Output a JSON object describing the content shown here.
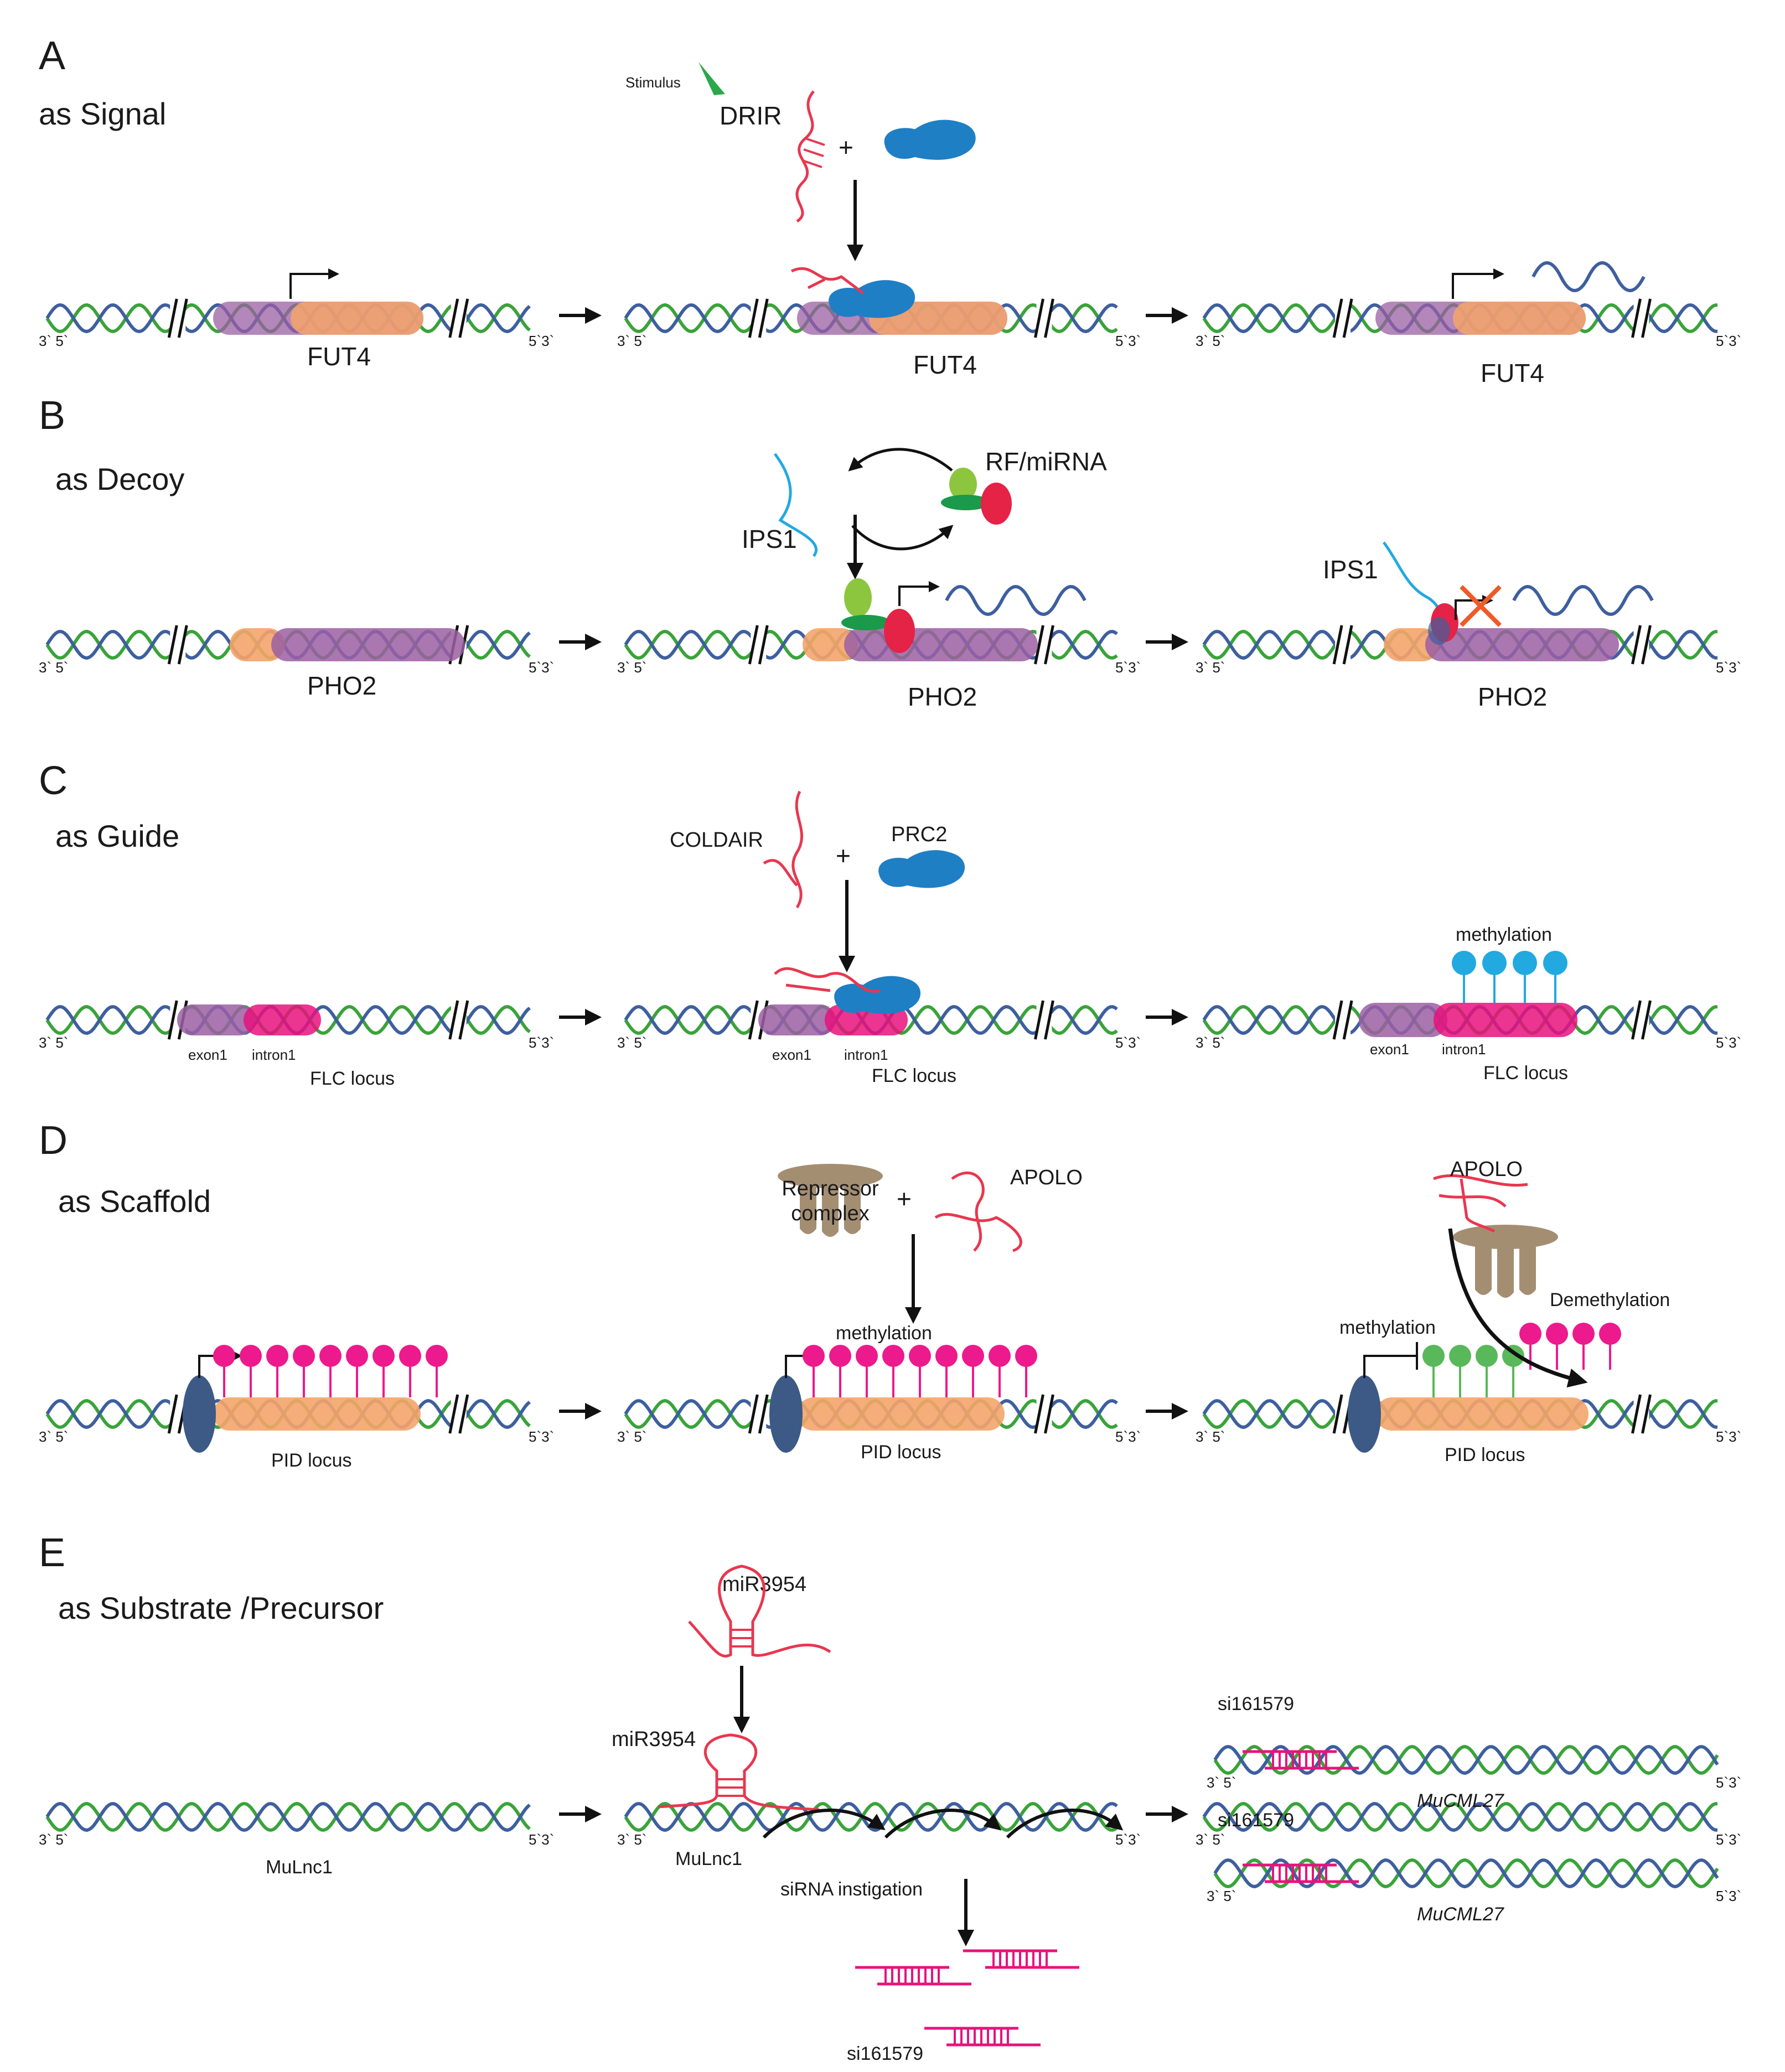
{
  "colors": {
    "strand_green": "#3aa33a",
    "strand_blue": "#3e5f9e",
    "orange": "#f4a46a",
    "purple": "#9b5fa3",
    "magenta": "#e8127c",
    "rna_red": "#e8374f",
    "protein_blue": "#1f7fc4",
    "lime": "#8cc63f",
    "dark_green": "#1a9a4a",
    "red_oval": "#e42346",
    "cyan_pin": "#22a9df",
    "pink_pin": "#ec1a8c",
    "green_pin": "#59b85a",
    "navy_oval": "#3c5a85",
    "repressor_brown": "#a48e72",
    "cross_orange": "#f05a28"
  },
  "strand_end_labels": {
    "left": "3`   5`",
    "right": "5`3`"
  },
  "panels": {
    "A": {
      "letter": "A",
      "title": "as Signal",
      "stimulus": "Stimulus",
      "rna": "DRIR",
      "plus": "+",
      "gene": "FUT4"
    },
    "B": {
      "letter": "B",
      "title": "as Decoy",
      "factor": "RF/miRNA",
      "rna": "IPS1",
      "gene": "PHO2"
    },
    "C": {
      "letter": "C",
      "title": "as Guide",
      "rna": "COLDAIR",
      "protein": "PRC2",
      "plus": "+",
      "exon": "exon1",
      "intron": "intron1",
      "locus": "FLC locus",
      "methylation": "methylation"
    },
    "D": {
      "letter": "D",
      "title": "as Scaffold",
      "complex_line1": "Repressor",
      "complex_line2": "complex",
      "plus": "+",
      "rna": "APOLO",
      "methylation": "methylation",
      "demethylation": "Demethylation",
      "locus": "PID locus"
    },
    "E": {
      "letter": "E",
      "title": "as Substrate /Precursor",
      "mirna": "miR3954",
      "lnc": "MuLnc1",
      "sirna": "si161579",
      "target": "MuCML27",
      "instigation": "siRNA instigation"
    }
  }
}
